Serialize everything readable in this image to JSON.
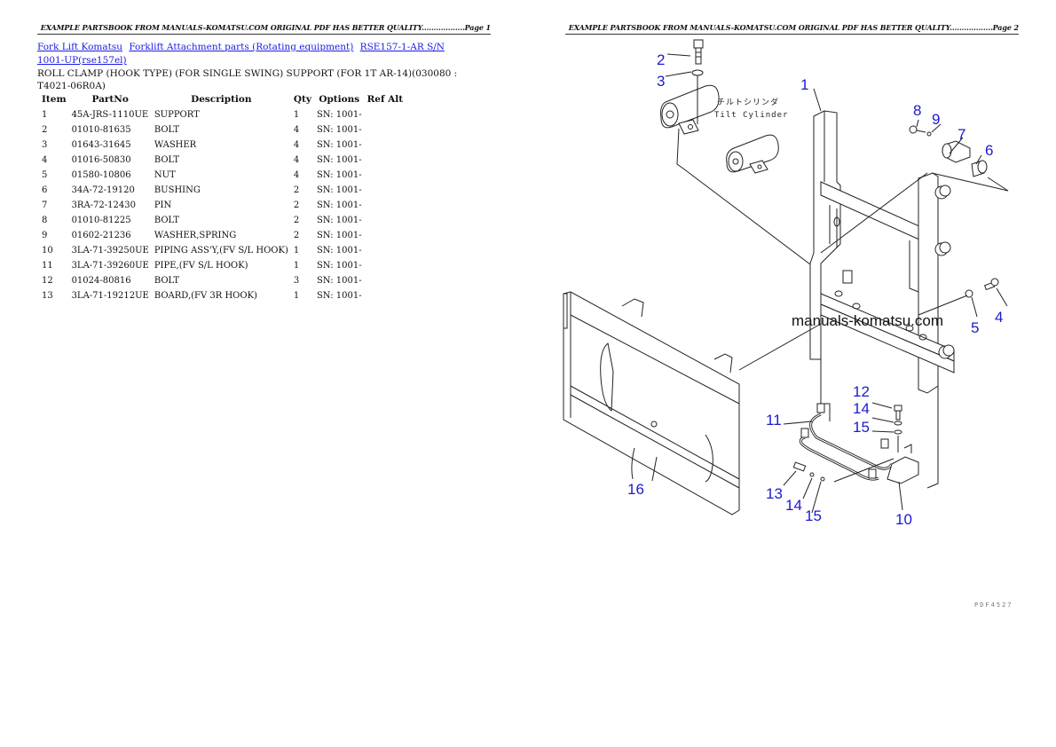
{
  "left_page": {
    "header": "EXAMPLE PARTSBOOK FROM MANUALS-KOMATSU.COM ORIGINAL PDF HAS BETTER QUALITY..................Page 1",
    "breadcrumb": [
      {
        "label": "Fork Lift Komatsu"
      },
      {
        "label": "Forklift Attachment parts (Rotating equipment)"
      },
      {
        "label": "RSE157-1-AR S/N 1001-UP(rse157el)"
      }
    ],
    "title": "ROLL CLAMP (HOOK TYPE) (FOR SINGLE SWING) SUPPORT (FOR 1T AR-14)(030080 : T4021-06R0A)",
    "table": {
      "headers": [
        "Item",
        "PartNo",
        "Description",
        "Qty",
        "Options",
        "Ref Alt"
      ],
      "rows": [
        {
          "item": "1",
          "partno": "45A-JRS-1110UE",
          "desc": "SUPPORT",
          "qty": "1",
          "opt": "SN: 1001-",
          "ref": ""
        },
        {
          "item": "2",
          "partno": "01010-81635",
          "desc": "BOLT",
          "qty": "4",
          "opt": "SN: 1001-",
          "ref": ""
        },
        {
          "item": "3",
          "partno": "01643-31645",
          "desc": "WASHER",
          "qty": "4",
          "opt": "SN: 1001-",
          "ref": ""
        },
        {
          "item": "4",
          "partno": "01016-50830",
          "desc": "BOLT",
          "qty": "4",
          "opt": "SN: 1001-",
          "ref": ""
        },
        {
          "item": "5",
          "partno": "01580-10806",
          "desc": "NUT",
          "qty": "4",
          "opt": "SN: 1001-",
          "ref": ""
        },
        {
          "item": "6",
          "partno": "34A-72-19120",
          "desc": "BUSHING",
          "qty": "2",
          "opt": "SN: 1001-",
          "ref": ""
        },
        {
          "item": "7",
          "partno": "3RA-72-12430",
          "desc": "PIN",
          "qty": "2",
          "opt": "SN: 1001-",
          "ref": ""
        },
        {
          "item": "8",
          "partno": "01010-81225",
          "desc": "BOLT",
          "qty": "2",
          "opt": "SN: 1001-",
          "ref": ""
        },
        {
          "item": "9",
          "partno": "01602-21236",
          "desc": "WASHER,SPRING",
          "qty": "2",
          "opt": "SN: 1001-",
          "ref": ""
        },
        {
          "item": "10",
          "partno": "3LA-71-39250UE",
          "desc": "PIPING ASS'Y,(FV S/L HOOK)",
          "qty": "1",
          "opt": "SN: 1001-",
          "ref": ""
        },
        {
          "item": "11",
          "partno": "3LA-71-39260UE",
          "desc": "PIPE,(FV S/L HOOK)",
          "qty": "1",
          "opt": "SN: 1001-",
          "ref": ""
        },
        {
          "item": "12",
          "partno": "01024-80816",
          "desc": "BOLT",
          "qty": "3",
          "opt": "SN: 1001-",
          "ref": ""
        },
        {
          "item": "13",
          "partno": "3LA-71-19212UE",
          "desc": "BOARD,(FV 3R HOOK)",
          "qty": "1",
          "opt": "SN: 1001-",
          "ref": ""
        }
      ]
    }
  },
  "right_page": {
    "header": "EXAMPLE PARTSBOOK FROM MANUALS-KOMATSU.COM ORIGINAL PDF HAS BETTER QUALITY..................Page 2",
    "diagram": {
      "callouts": [
        "1",
        "2",
        "3",
        "4",
        "5",
        "6",
        "7",
        "8",
        "9",
        "10",
        "11",
        "12",
        "13",
        "14",
        "15",
        "16"
      ],
      "callout_color": "#1a1ad0",
      "jp_label": "チルトシリンダ",
      "en_label": "Tilt Cylinder",
      "watermark": "manuals-komatsu.com"
    },
    "footer_code": "PDF4527"
  }
}
